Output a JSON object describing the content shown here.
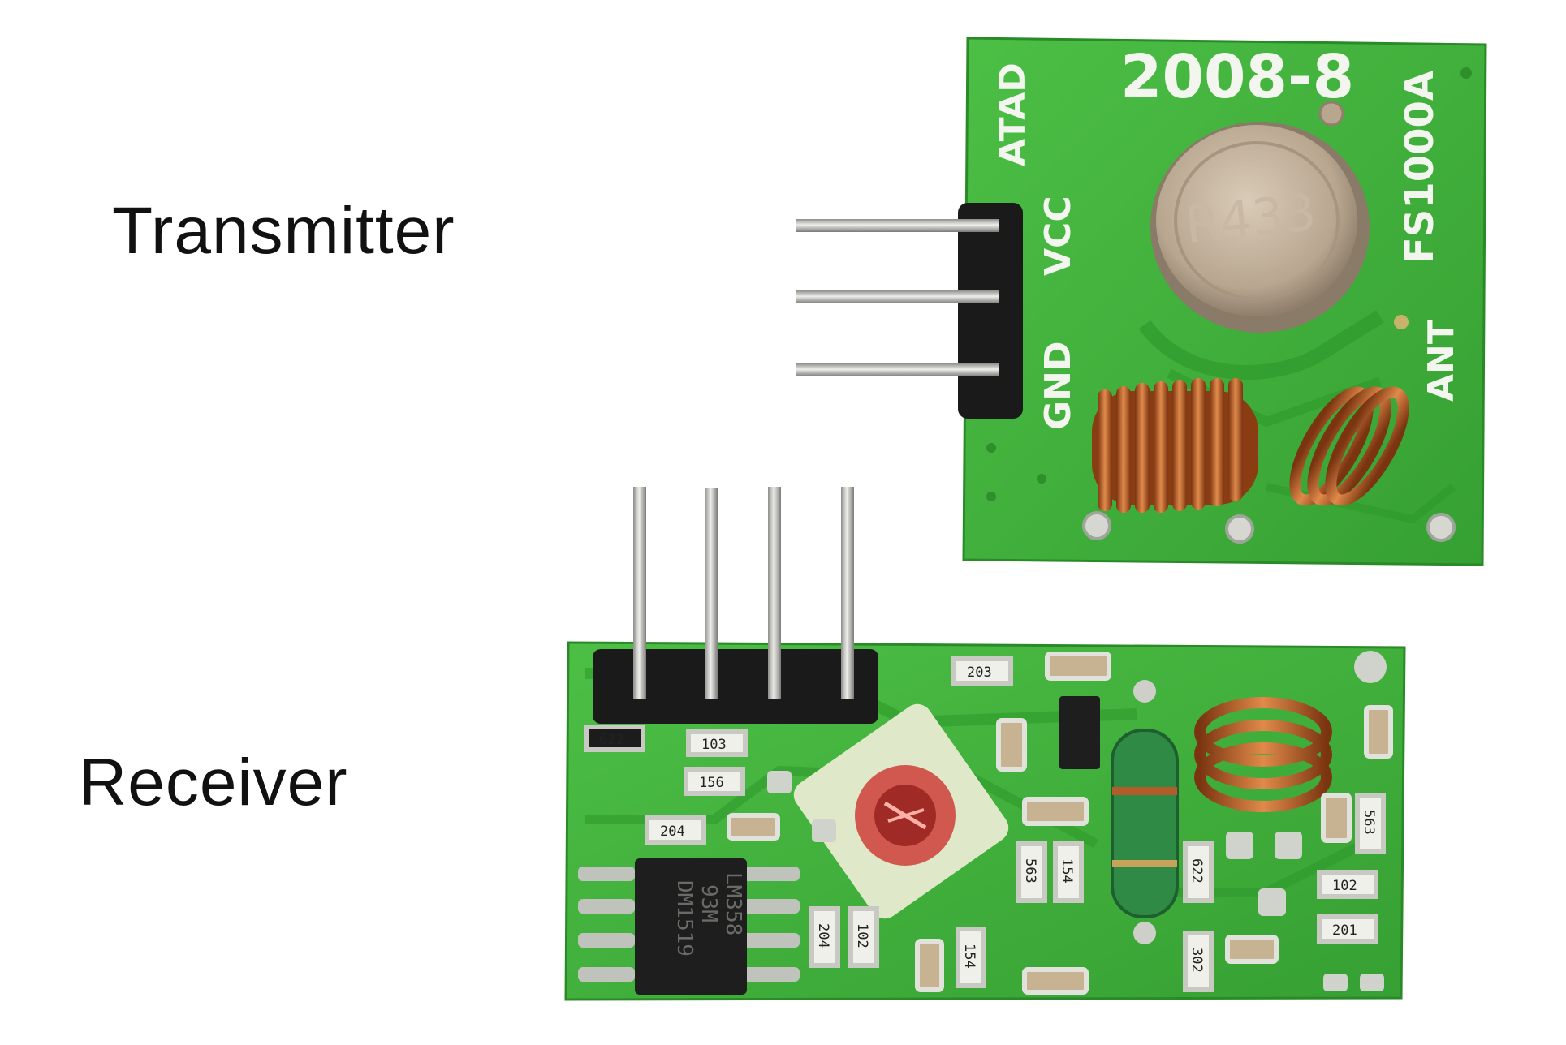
{
  "captions": {
    "transmitter": "Transmitter",
    "receiver": "Receiver"
  },
  "transmitter_board": {
    "date_code": "2008-8",
    "model": "FS1000A",
    "crystal_marking": "R433",
    "pins": [
      "ATAD",
      "VCC",
      "GND"
    ],
    "antenna": "ANT"
  },
  "receiver_board": {
    "ic_marking_1": "LM358",
    "ic_marking_2": "93M",
    "ic_marking_3": "DM1519",
    "smd_labels": [
      "622",
      "103",
      "156",
      "204",
      "203",
      "563",
      "154",
      "622",
      "563",
      "201",
      "102",
      "204",
      "102",
      "154",
      "302"
    ]
  },
  "colors": {
    "pcb_green": "#3fae3a",
    "pcb_dark": "#2e8f2c",
    "copper": "#b55a1e",
    "pin_metal": "#c8c8c4",
    "header_black": "#1a1a1a"
  }
}
